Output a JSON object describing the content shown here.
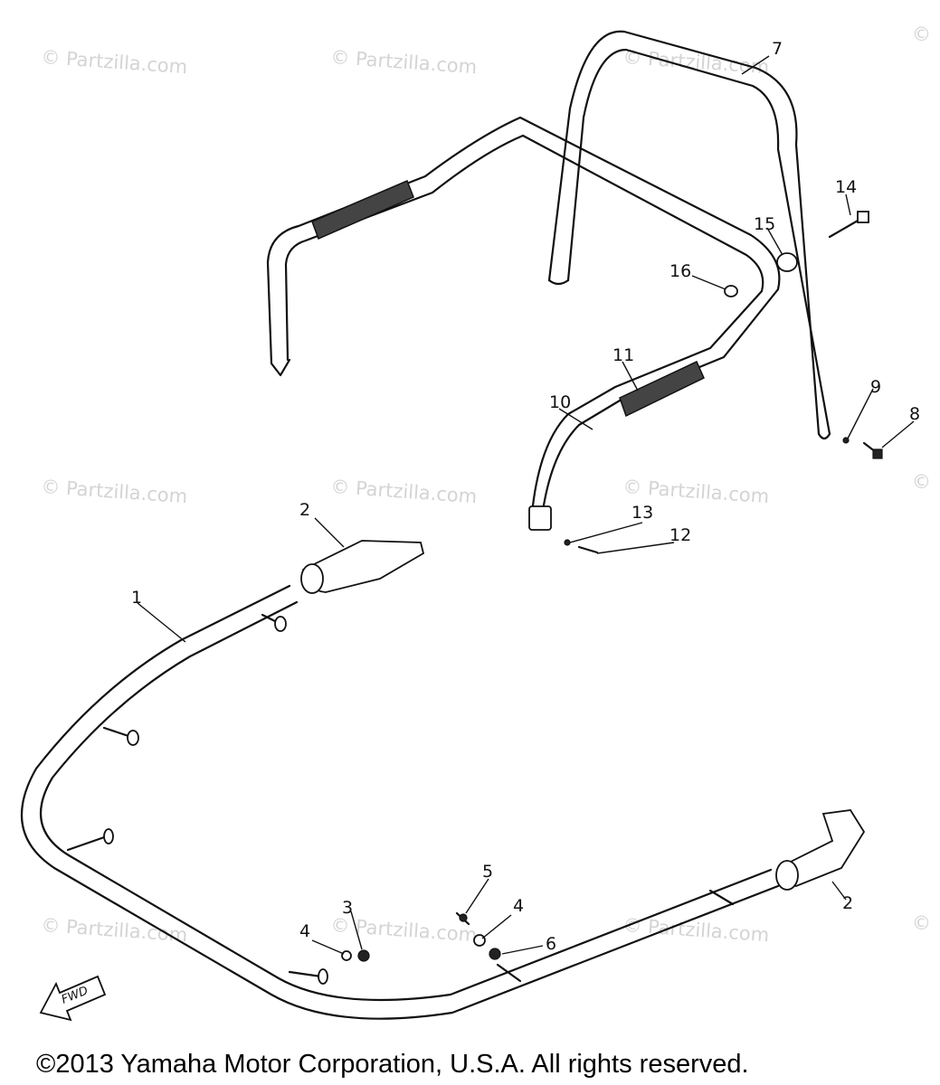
{
  "watermarks": [
    "© Partzilla.com",
    "© Partzilla.com",
    "© Partzilla.com",
    "©",
    "© Partzilla.com",
    "© Partzilla.com",
    "© Partzilla.com",
    "©",
    "© Partzilla.com",
    "© Partzilla.com",
    "© Partzilla.com",
    "©"
  ],
  "callouts": [
    "1",
    "2",
    "2",
    "3",
    "4",
    "4",
    "5",
    "6",
    "7",
    "8",
    "9",
    "10",
    "11",
    "12",
    "13",
    "14",
    "15",
    "16"
  ],
  "fwd_label": "FWD",
  "copyright": "©2013 Yamaha Motor Corporation, U.S.A. All rights reserved."
}
